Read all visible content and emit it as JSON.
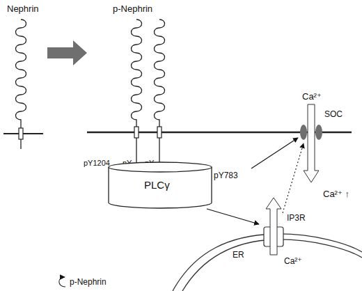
{
  "diagram": {
    "nodes": [
      {
        "text": [
          "PLCγ",
          "pY783"
        ]
      },
      {
        "text": [
          "SOC"
        ]
      },
      {
        "text": [
          "IP3R"
        ]
      }
    ],
    "edges": [
      {
        "from": 0,
        "to": 1,
        "arrow": "to"
      },
      {
        "from": 0,
        "to": 2,
        "arrow": "to"
      },
      {
        "from": 2,
        "to": 1,
        "arrow": "to"
      }
    ],
    "labels": [
      "Nephrin",
      "p-Nephrin",
      "pY1204",
      "pY",
      "pY",
      "Ca²⁺",
      "Ca²⁺ ↑",
      "ER",
      "Ca²⁺",
      "p-Nephrin"
    ]
  }
}
